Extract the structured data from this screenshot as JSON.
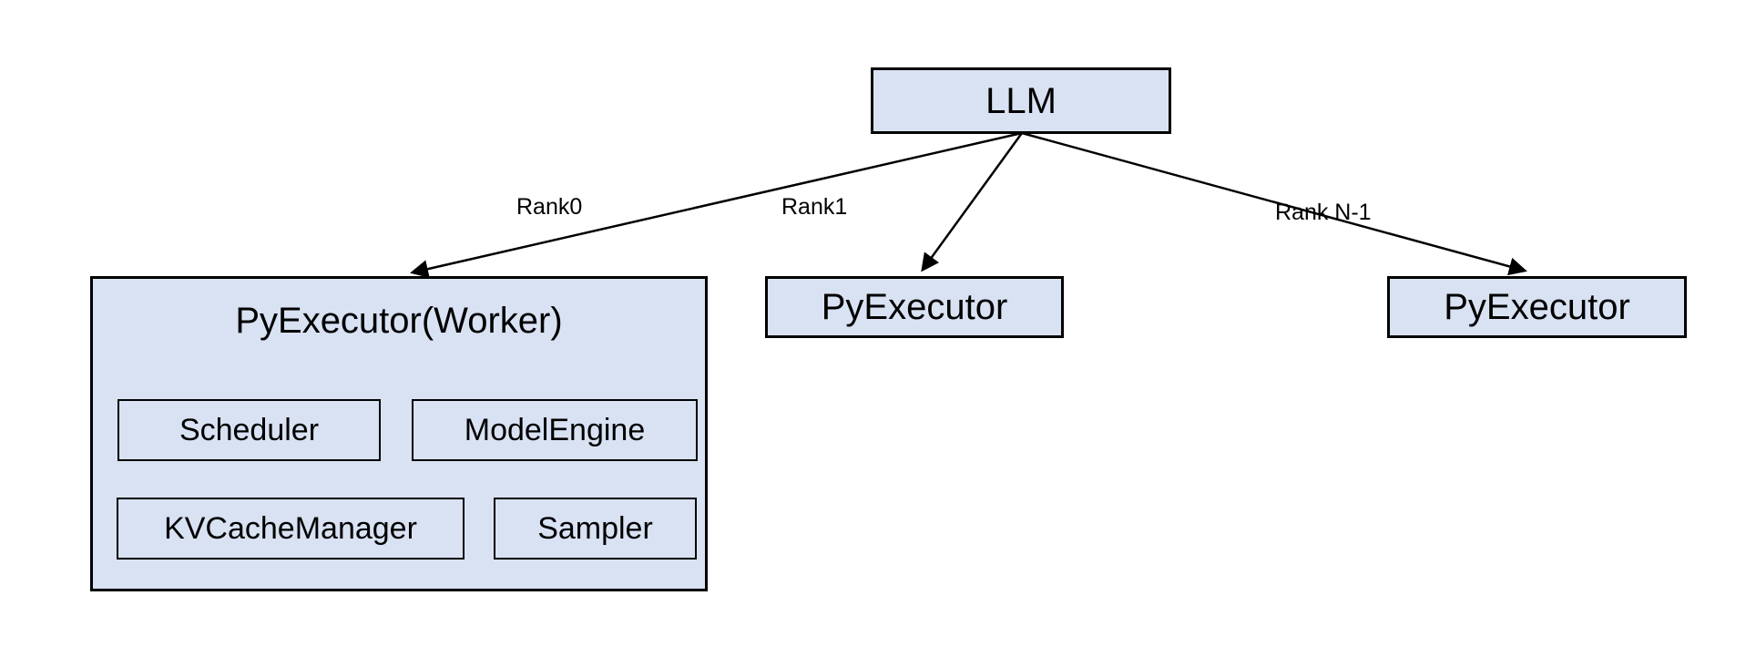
{
  "diagram": {
    "root": {
      "label": "LLM"
    },
    "edges": [
      {
        "label": "Rank0"
      },
      {
        "label": "Rank1"
      },
      {
        "label": "Rank N-1"
      }
    ],
    "worker": {
      "title": "PyExecutor(Worker)",
      "components": [
        {
          "label": "Scheduler"
        },
        {
          "label": "ModelEngine"
        },
        {
          "label": "KVCacheManager"
        },
        {
          "label": "Sampler"
        }
      ]
    },
    "executors": [
      {
        "label": "PyExecutor"
      },
      {
        "label": "PyExecutor"
      }
    ],
    "colors": {
      "box_fill": "#d9e2f3",
      "box_border": "#000000",
      "arrow": "#000000",
      "text": "#000000",
      "background": "#ffffff"
    }
  }
}
